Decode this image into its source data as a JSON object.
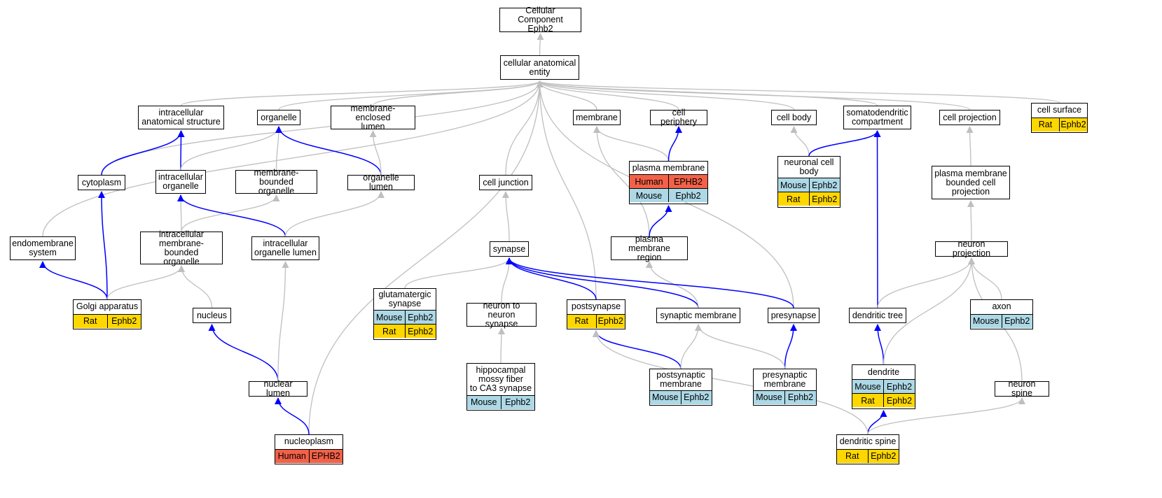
{
  "colors": {
    "human": "#f26148",
    "mouse": "#add8e6",
    "rat": "#ffd700",
    "isa_edge": "#bfbfbf",
    "partof_edge": "#0000ff"
  },
  "nodes": {
    "root": "Cellular Component\nEphb2",
    "cae": "cellular anatomical\nentity",
    "ias": "intracellular\nanatomical structure",
    "organelle": "organelle",
    "mel": "membrane-enclosed\nlumen",
    "membrane": "membrane",
    "periphery": "cell periphery",
    "cellbody": "cell body",
    "somato": "somatodendritic\ncompartment",
    "cellproj": "cell projection",
    "cytoplasm": "cytoplasm",
    "io": "intracellular\norganelle",
    "mbo": "membrane-bounded\norganelle",
    "ol": "organelle lumen",
    "junction": "cell junction",
    "endo": "endomembrane\nsystem",
    "imbo": "intracellular\nmembrane-bounded\norganelle",
    "iol": "intracellular\norganelle lumen",
    "synapse": "synapse",
    "pmr": "plasma membrane\nregion",
    "nproj": "neuron projection",
    "pmbcp": "plasma membrane\nbounded cell\nprojection",
    "nucleus": "nucleus",
    "n2n": "neuron to neuron\nsynapse",
    "synmem": "synaptic membrane",
    "presyn": "presynapse",
    "dtree": "dendritic tree",
    "nuclum": "nuclear lumen",
    "nspine": "neuron spine",
    "surface": "cell surface",
    "pm": "plasma membrane",
    "ncb": "neuronal cell\nbody",
    "golgi": "Golgi apparatus",
    "glut": "glutamatergic\nsynapse",
    "postsyn": "postsynapse",
    "axon": "axon",
    "hippo": "hippocampal\nmossy fiber\nto CA3 synapse",
    "psm": "postsynaptic\nmembrane",
    "prem": "presynaptic\nmembrane",
    "dendrite": "dendrite",
    "nucleoplasm": "nucleoplasm",
    "dspine": "dendritic spine"
  },
  "annotations": {
    "surface": [
      [
        "Rat",
        "Ephb2"
      ]
    ],
    "pm": [
      [
        "Human",
        "EPHB2"
      ],
      [
        "Mouse",
        "Ephb2"
      ]
    ],
    "ncb": [
      [
        "Mouse",
        "Ephb2"
      ],
      [
        "Rat",
        "Ephb2"
      ]
    ],
    "golgi": [
      [
        "Rat",
        "Ephb2"
      ]
    ],
    "glut": [
      [
        "Mouse",
        "Ephb2"
      ],
      [
        "Rat",
        "Ephb2"
      ]
    ],
    "postsyn": [
      [
        "Rat",
        "Ephb2"
      ]
    ],
    "axon": [
      [
        "Mouse",
        "Ephb2"
      ]
    ],
    "hippo": [
      [
        "Mouse",
        "Ephb2"
      ]
    ],
    "psm": [
      [
        "Mouse",
        "Ephb2"
      ]
    ],
    "prem": [
      [
        "Mouse",
        "Ephb2"
      ]
    ],
    "dendrite": [
      [
        "Mouse",
        "Ephb2"
      ],
      [
        "Rat",
        "Ephb2"
      ]
    ],
    "nucleoplasm": [
      [
        "Human",
        "EPHB2"
      ]
    ],
    "dspine": [
      [
        "Rat",
        "Ephb2"
      ]
    ]
  },
  "edges": [
    {
      "from": "cae",
      "to": "root",
      "type": "is_a"
    },
    {
      "from": "ias",
      "to": "cae",
      "type": "is_a"
    },
    {
      "from": "organelle",
      "to": "cae",
      "type": "is_a"
    },
    {
      "from": "mel",
      "to": "cae",
      "type": "is_a"
    },
    {
      "from": "membrane",
      "to": "cae",
      "type": "is_a"
    },
    {
      "from": "periphery",
      "to": "cae",
      "type": "is_a"
    },
    {
      "from": "cellbody",
      "to": "cae",
      "type": "is_a"
    },
    {
      "from": "somato",
      "to": "cae",
      "type": "is_a"
    },
    {
      "from": "cellproj",
      "to": "cae",
      "type": "is_a"
    },
    {
      "from": "surface",
      "to": "cae",
      "type": "is_a"
    },
    {
      "from": "cytoplasm",
      "to": "cae",
      "type": "is_a"
    },
    {
      "from": "endo",
      "to": "cae",
      "type": "is_a"
    },
    {
      "from": "junction",
      "to": "cae",
      "type": "is_a"
    },
    {
      "from": "nucleoplasm",
      "to": "cae",
      "type": "is_a"
    },
    {
      "from": "postsyn",
      "to": "cae",
      "type": "is_a"
    },
    {
      "from": "presyn",
      "to": "cae",
      "type": "is_a"
    },
    {
      "from": "cytoplasm",
      "to": "ias",
      "type": "part_of"
    },
    {
      "from": "io",
      "to": "ias",
      "type": "part_of"
    },
    {
      "from": "io",
      "to": "organelle",
      "type": "is_a"
    },
    {
      "from": "mbo",
      "to": "organelle",
      "type": "is_a"
    },
    {
      "from": "ol",
      "to": "organelle",
      "type": "part_of"
    },
    {
      "from": "ol",
      "to": "mel",
      "type": "is_a"
    },
    {
      "from": "pm",
      "to": "membrane",
      "type": "is_a"
    },
    {
      "from": "pm",
      "to": "periphery",
      "type": "part_of"
    },
    {
      "from": "pmr",
      "to": "membrane",
      "type": "is_a"
    },
    {
      "from": "pmr",
      "to": "pm",
      "type": "part_of"
    },
    {
      "from": "ncb",
      "to": "cellbody",
      "type": "is_a"
    },
    {
      "from": "ncb",
      "to": "somato",
      "type": "part_of"
    },
    {
      "from": "pmbcp",
      "to": "cellproj",
      "type": "is_a"
    },
    {
      "from": "nproj",
      "to": "pmbcp",
      "type": "is_a"
    },
    {
      "from": "golgi",
      "to": "cytoplasm",
      "type": "part_of"
    },
    {
      "from": "golgi",
      "to": "endo",
      "type": "part_of"
    },
    {
      "from": "golgi",
      "to": "imbo",
      "type": "is_a"
    },
    {
      "from": "imbo",
      "to": "io",
      "type": "is_a"
    },
    {
      "from": "imbo",
      "to": "mbo",
      "type": "is_a"
    },
    {
      "from": "iol",
      "to": "io",
      "type": "part_of"
    },
    {
      "from": "iol",
      "to": "ol",
      "type": "is_a"
    },
    {
      "from": "nucleus",
      "to": "imbo",
      "type": "is_a"
    },
    {
      "from": "nuclum",
      "to": "nucleus",
      "type": "part_of"
    },
    {
      "from": "nuclum",
      "to": "iol",
      "type": "is_a"
    },
    {
      "from": "nucleoplasm",
      "to": "nuclum",
      "type": "part_of"
    },
    {
      "from": "synapse",
      "to": "junction",
      "type": "is_a"
    },
    {
      "from": "glut",
      "to": "synapse",
      "type": "is_a"
    },
    {
      "from": "n2n",
      "to": "synapse",
      "type": "is_a"
    },
    {
      "from": "hippo",
      "to": "n2n",
      "type": "is_a"
    },
    {
      "from": "postsyn",
      "to": "synapse",
      "type": "part_of"
    },
    {
      "from": "synmem",
      "to": "synapse",
      "type": "part_of"
    },
    {
      "from": "synmem",
      "to": "pmr",
      "type": "is_a"
    },
    {
      "from": "presyn",
      "to": "synapse",
      "type": "part_of"
    },
    {
      "from": "psm",
      "to": "postsyn",
      "type": "part_of"
    },
    {
      "from": "psm",
      "to": "synmem",
      "type": "is_a"
    },
    {
      "from": "prem",
      "to": "presyn",
      "type": "part_of"
    },
    {
      "from": "prem",
      "to": "synmem",
      "type": "is_a"
    },
    {
      "from": "dtree",
      "to": "somato",
      "type": "part_of"
    },
    {
      "from": "dtree",
      "to": "nproj",
      "type": "is_a"
    },
    {
      "from": "axon",
      "to": "nproj",
      "type": "is_a"
    },
    {
      "from": "dendrite",
      "to": "dtree",
      "type": "part_of"
    },
    {
      "from": "dendrite",
      "to": "nproj",
      "type": "is_a"
    },
    {
      "from": "nspine",
      "to": "nproj",
      "type": "is_a"
    },
    {
      "from": "dspine",
      "to": "dendrite",
      "type": "part_of"
    },
    {
      "from": "dspine",
      "to": "postsyn",
      "type": "is_a"
    },
    {
      "from": "dspine",
      "to": "nspine",
      "type": "is_a"
    }
  ]
}
